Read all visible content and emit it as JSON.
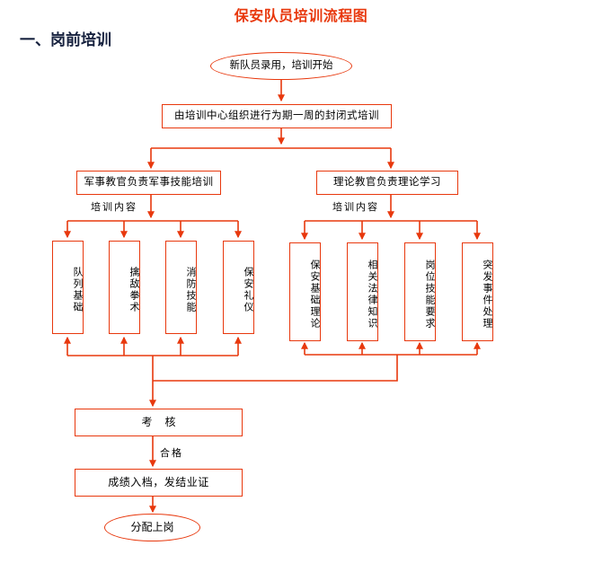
{
  "header": {
    "title": "保安队员培训流程图",
    "section_heading": "一、岗前培训"
  },
  "colors": {
    "accent": "#E8380D",
    "text": "#000000",
    "heading": "#16213e",
    "background": "#FFFFFF"
  },
  "chart_data": {
    "type": "diagram",
    "title": "保安队员培训流程图",
    "subtitle": "一、岗前培训",
    "orientation": "top-down",
    "nodes": [
      {
        "id": "start",
        "label": "新队员录用，培训开始",
        "shape": "ellipse"
      },
      {
        "id": "center",
        "label": "由培训中心组织进行为期一周的封闭式培训",
        "shape": "rect"
      },
      {
        "id": "military",
        "label": "军事教官负责军事技能培训",
        "shape": "rect"
      },
      {
        "id": "theory",
        "label": "理论教官负责理论学习",
        "shape": "rect"
      },
      {
        "id": "m1",
        "label": "队列基础",
        "shape": "rect-vertical"
      },
      {
        "id": "m2",
        "label": "擒敌拳术",
        "shape": "rect-vertical"
      },
      {
        "id": "m3",
        "label": "消防技能",
        "shape": "rect-vertical"
      },
      {
        "id": "m4",
        "label": "保安礼仪",
        "shape": "rect-vertical"
      },
      {
        "id": "t1",
        "label": "保安基础理论",
        "shape": "rect-vertical"
      },
      {
        "id": "t2",
        "label": "相关法律知识",
        "shape": "rect-vertical"
      },
      {
        "id": "t3",
        "label": "岗位技能要求",
        "shape": "rect-vertical"
      },
      {
        "id": "t4",
        "label": "突发事件处理",
        "shape": "rect-vertical"
      },
      {
        "id": "exam",
        "label": "考核",
        "shape": "rect"
      },
      {
        "id": "archive",
        "label": "成绩入档，发结业证",
        "shape": "rect"
      },
      {
        "id": "assign",
        "label": "分配上岗",
        "shape": "ellipse"
      }
    ],
    "group_labels": [
      {
        "id": "military_content",
        "label": "培训内容"
      },
      {
        "id": "theory_content",
        "label": "培训内容"
      }
    ],
    "edge_labels": [
      {
        "id": "exam_pass",
        "label": "合格",
        "from": "exam",
        "to": "archive"
      }
    ],
    "edges": [
      {
        "from": "start",
        "to": "center"
      },
      {
        "from": "center",
        "to": "military"
      },
      {
        "from": "center",
        "to": "theory"
      },
      {
        "from": "military",
        "to": "m1"
      },
      {
        "from": "military",
        "to": "m2"
      },
      {
        "from": "military",
        "to": "m3"
      },
      {
        "from": "military",
        "to": "m4"
      },
      {
        "from": "theory",
        "to": "t1"
      },
      {
        "from": "theory",
        "to": "t2"
      },
      {
        "from": "theory",
        "to": "t3"
      },
      {
        "from": "theory",
        "to": "t4"
      },
      {
        "from": "m1",
        "to": "exam"
      },
      {
        "from": "m2",
        "to": "exam"
      },
      {
        "from": "m3",
        "to": "exam"
      },
      {
        "from": "m4",
        "to": "exam"
      },
      {
        "from": "t1",
        "to": "exam"
      },
      {
        "from": "t2",
        "to": "exam"
      },
      {
        "from": "t3",
        "to": "exam"
      },
      {
        "from": "t4",
        "to": "exam"
      },
      {
        "from": "exam",
        "to": "archive",
        "label": "合格"
      },
      {
        "from": "archive",
        "to": "assign"
      }
    ]
  }
}
